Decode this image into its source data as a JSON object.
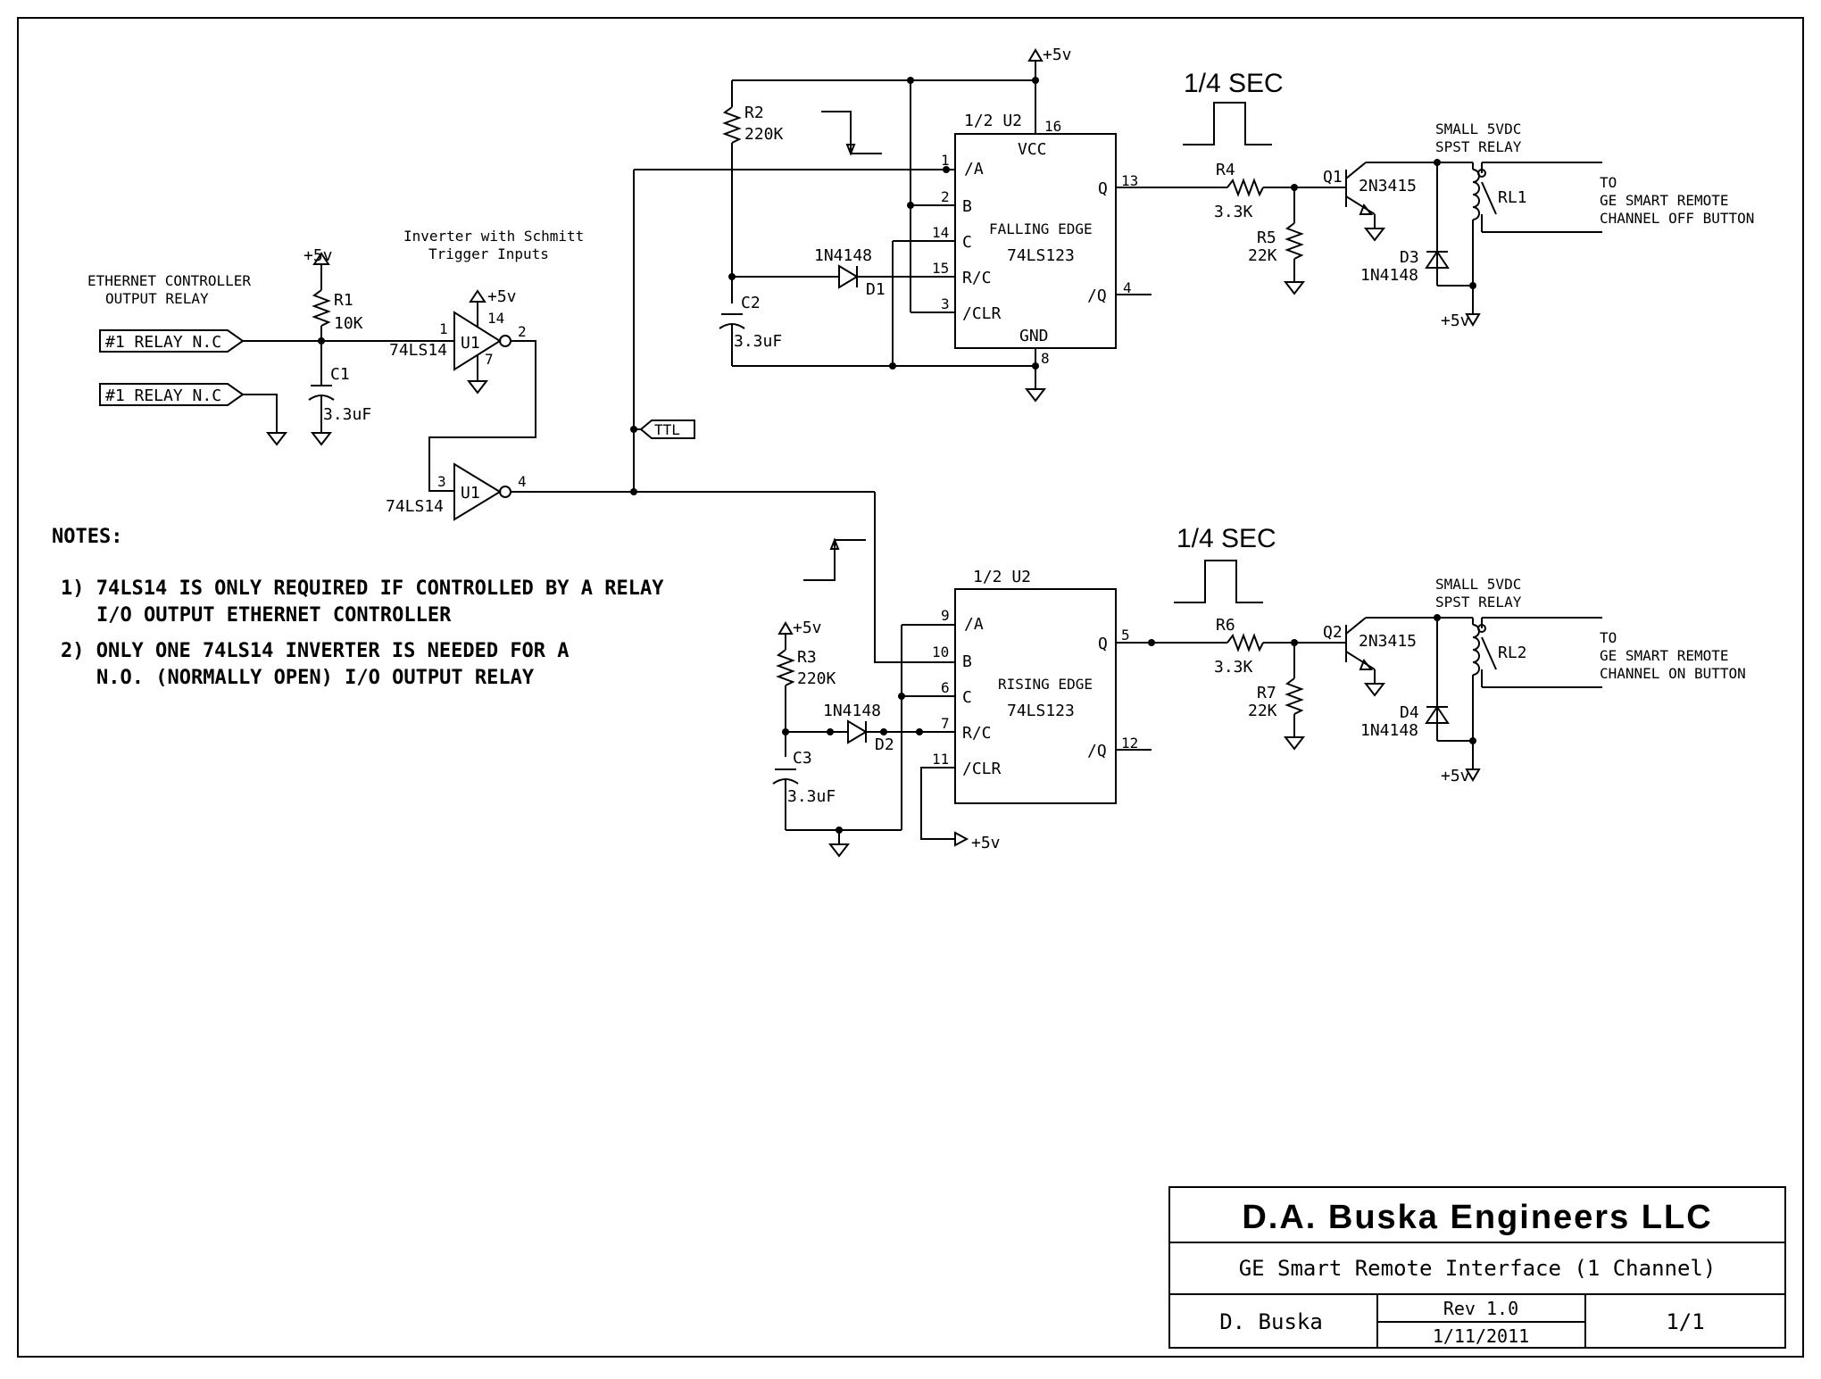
{
  "labels": {
    "plus5": "+5v",
    "u1a_pin1": "1",
    "u1a_pin2": "2",
    "u1a_pin14": "14",
    "u1a_pin7": "7",
    "u1b_pin3": "3",
    "u1b_pin4": "4",
    "u1_name": "U1",
    "u1_part": "74LS14",
    "inverter_note_line1": "Inverter with Schmitt",
    "inverter_note_line2": "Trigger Inputs",
    "eth_line1": "ETHERNET CONTROLLER",
    "eth_line2": "OUTPUT RELAY",
    "relay_nc": "#1 RELAY N.C",
    "r1_name": "R1",
    "r1_val": "10K",
    "c1_name": "C1",
    "c1_val": "3.3uF",
    "ttl": "TTL",
    "u2_half": "1/2 U2",
    "u2_part": "74LS123",
    "vcc": "VCC",
    "gnd": "GND",
    "falling_edge": "FALLING EDGE",
    "rising_edge": "RISING EDGE",
    "pin_a": "/A",
    "pin_b": "B",
    "pin_c": "C",
    "pin_rc": "R/C",
    "pin_clr": "/CLR",
    "pin_q": "Q",
    "pin_nq": "/Q",
    "u2a_pins": {
      "p1": "1",
      "p2": "2",
      "p14": "14",
      "p15": "15",
      "p3": "3",
      "p13": "13",
      "p4": "4",
      "p16": "16",
      "p8": "8"
    },
    "u2b_pins": {
      "p9": "9",
      "p10": "10",
      "p6": "6",
      "p7": "7",
      "p11": "11",
      "p5": "5",
      "p12": "12"
    },
    "r2_name": "R2",
    "r2_val": "220K",
    "r3_name": "R3",
    "r3_val": "220K",
    "c2_name": "C2",
    "c2_val": "3.3uF",
    "c3_name": "C3",
    "c3_val": "3.3uF",
    "diode_part": "1N4148",
    "d1": "D1",
    "d2": "D2",
    "d3": "D3",
    "d4": "D4",
    "pulse": "1/4 SEC",
    "r4_name": "R4",
    "r4_val": "3.3K",
    "r5_name": "R5",
    "r5_val": "22K",
    "r6_name": "R6",
    "r6_val": "3.3K",
    "r7_name": "R7",
    "r7_val": "22K",
    "q1": "Q1",
    "q2": "Q2",
    "transistor": "2N3415",
    "relay_line1": "SMALL 5VDC",
    "relay_line2": "SPST RELAY",
    "rl1": "RL1",
    "rl2": "RL2",
    "to": "TO",
    "ge_smart": "GE SMART REMOTE",
    "off_button": "CHANNEL OFF BUTTON",
    "on_button": "CHANNEL ON BUTTON"
  },
  "notes": {
    "heading": "NOTES:",
    "n1_line1": "1) 74LS14 IS ONLY REQUIRED IF CONTROLLED BY A RELAY",
    "n1_line2": "I/O OUTPUT ETHERNET CONTROLLER",
    "n2_line1": "2) ONLY ONE 74LS14 INVERTER IS NEEDED FOR A",
    "n2_line2": "N.O. (NORMALLY OPEN)  I/O OUTPUT RELAY"
  },
  "title_block": {
    "company": "D.A. Buska Engineers LLC",
    "title": "GE Smart Remote Interface (1 Channel)",
    "author": "D. Buska",
    "rev": "Rev 1.0",
    "date": "1/11/2011",
    "sheet": "1/1"
  }
}
